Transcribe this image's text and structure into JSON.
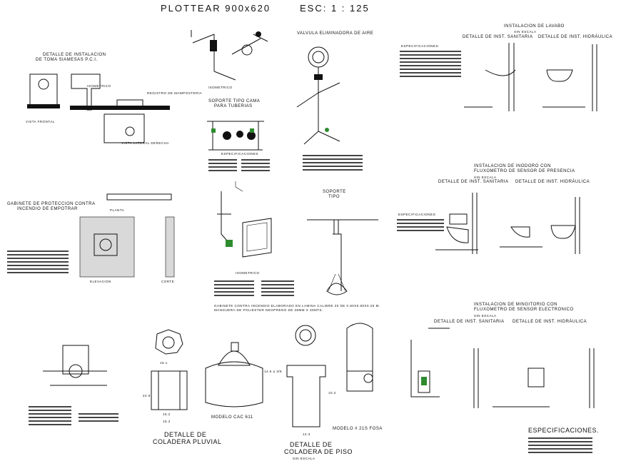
{
  "header": {
    "plot_label": "PLOTTEAR 900x620",
    "scale_label": "ESC: 1 : 125"
  },
  "toma_siamesa": {
    "title_1": "DETALLE DE INSTALACION",
    "title_2": "DE TOMA SIAMESAS P.C.I.",
    "label_frontal": "VISTA FRONTAL",
    "label_lateral": "VISTA LATERAL DERECHA",
    "label_registro": "REGISTRO DE MAMPOSTERIA"
  },
  "isometrico": {
    "label": "ISOMETRICO"
  },
  "soporte_cama": {
    "title_1": "SOPORTE TIPO CAMA",
    "title_2": "PARA TUBERIAS",
    "spec_label": "ESPECIFICACIONES"
  },
  "valvula": {
    "title": "VALVULA ELIMINADORA DE AIRE"
  },
  "lavabo": {
    "title": "INSTALACION DE LAVABO",
    "scale": "SIN ESCALA",
    "detail_sanitaria": "DETALLE DE INST. SANITARIA",
    "detail_hidraulica": "DETALLE DE INST. HIDRÁULICA",
    "spec_label": "ESPECIFICACIONES:"
  },
  "inodoro": {
    "title_1": "INSTALACION DE INODORO CON",
    "title_2": "FLUXOMETRO DE SENSOR DE PRESENCIA",
    "scale": "SIN ESCALA",
    "detail_sanitaria": "DETALLE DE INST. SANITARIA",
    "detail_hidraulica": "DETALLE DE INST. HIDRÁULICA",
    "spec_label": "ESPECIFICACIONES:"
  },
  "gabinete": {
    "title_1": "GABINETE DE PROTECCION CONTRA",
    "title_2": "INCENDIO DE EMPOTRAR",
    "planta": "PLANTA",
    "elevacion": "ELEVACION",
    "corte": "CORTE"
  },
  "soporte_tipo": {
    "title_1": "SOPORTE",
    "title_2": "TIPO"
  },
  "isometrico_2": {
    "label": "ISOMETRICO"
  },
  "gabinete_note_1": "GABINETE CONTRA INCENDIO ELABORADO EN LAMINA CALIBRE 20 DE 0.80X0.80X0.25 M.",
  "gabinete_note_2": "MANGUERA DE POLIESTER NEOPRENO DE 38MM X 30MTS.",
  "mingitorio": {
    "title_1": "INSTALACION DE MINGITORIO CON",
    "title_2": "FLUXOMETRO DE SENSOR ELECTRONICO",
    "scale": "SIN ESCALA",
    "detail_sanitaria": "DETALLE DE INST. SANITARIA",
    "detail_hidraulica": "DETALLE DE INST. HIDRÁULICA"
  },
  "coladera_pluvial": {
    "title_1": "DETALLE DE",
    "title_2": "COLADERA PLUVIAL",
    "modelo": "MODELO CAC 611",
    "dims": {
      "d1": "19.1",
      "d2": "15.2",
      "d3": "15.2",
      "d4": "22.9"
    }
  },
  "coladera_piso": {
    "title_1": "DETALLE DE",
    "title_2": "COLADERA DE PISO",
    "scale": "SIN ESCALA",
    "modelo": "MODELO # 21S FOSA",
    "dims": {
      "d1": "14.6 a 3/8",
      "d2": "10.2",
      "d3": "14.3"
    }
  },
  "especificaciones": {
    "label": "ESPECIFICACIONES."
  }
}
